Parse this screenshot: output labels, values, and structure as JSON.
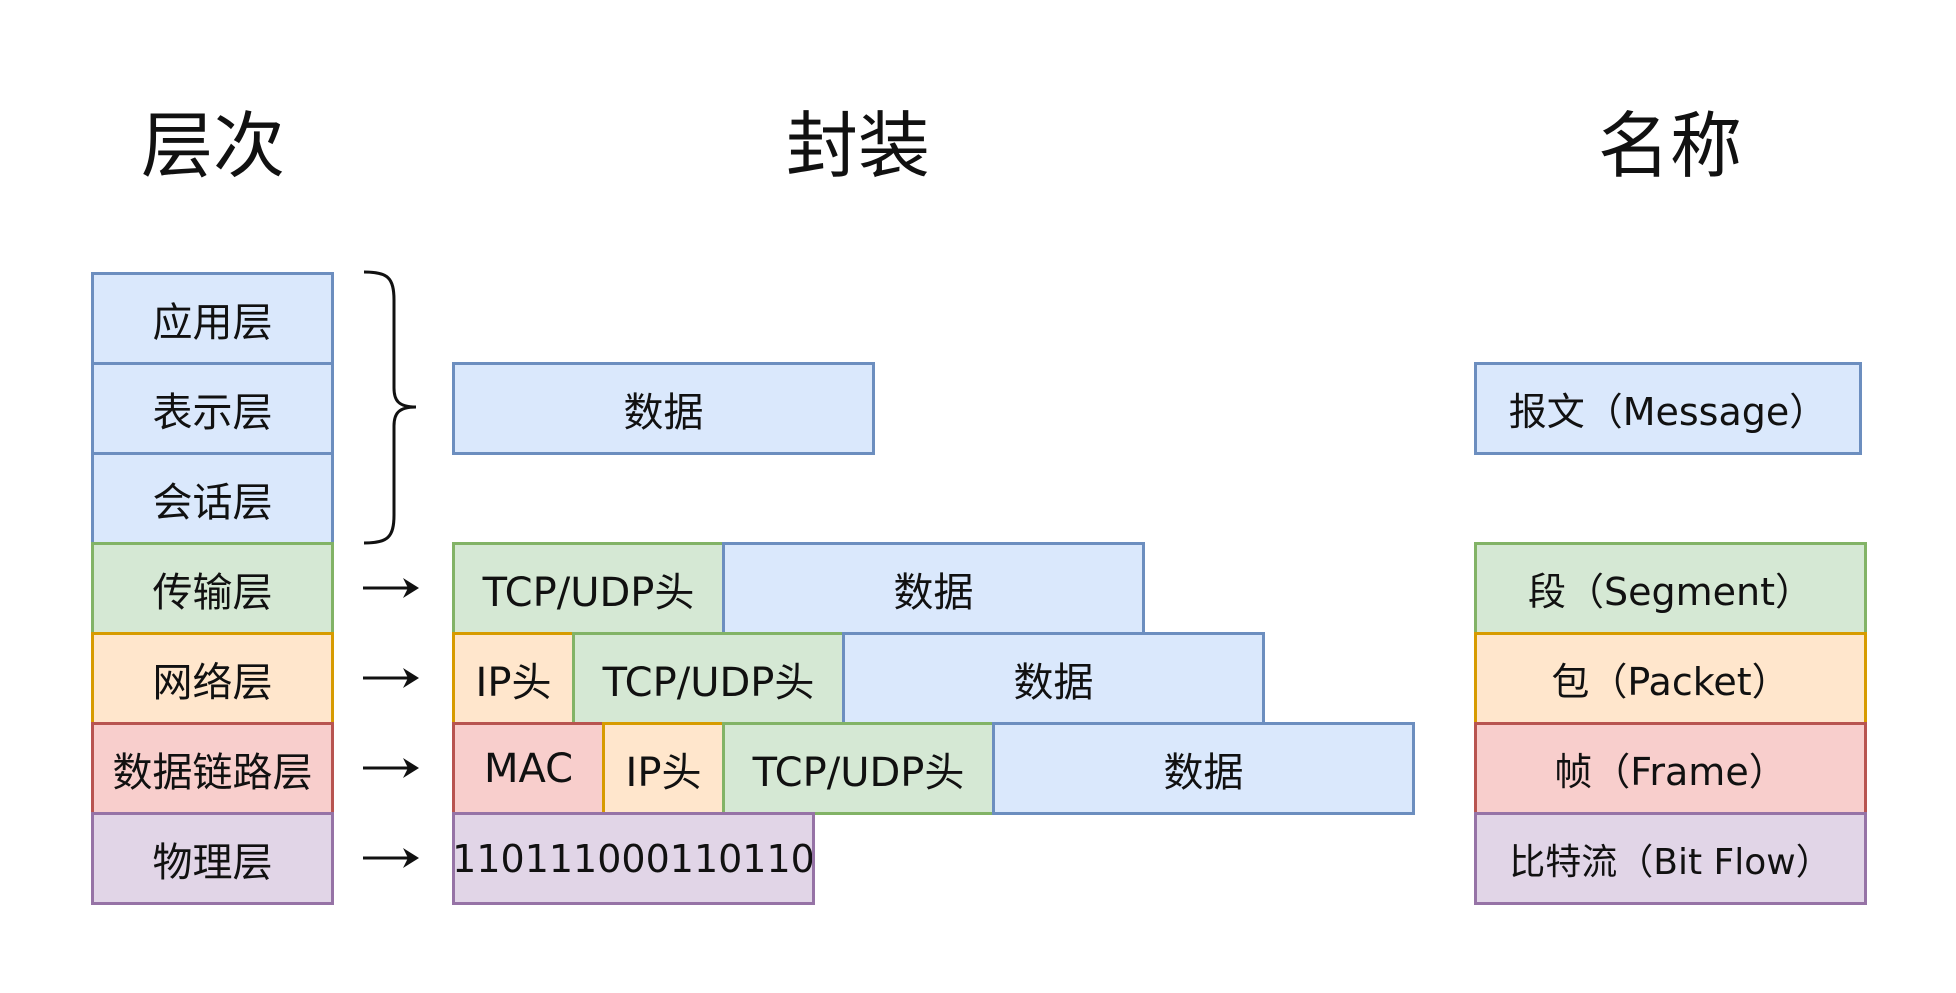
{
  "headings": {
    "layer": "层次",
    "encapsulation": "封装",
    "name": "名称"
  },
  "layers": [
    {
      "label": "应用层",
      "color": "#dae8fc",
      "border": "#6c8ebf"
    },
    {
      "label": "表示层",
      "color": "#dae8fc",
      "border": "#6c8ebf"
    },
    {
      "label": "会话层",
      "color": "#dae8fc",
      "border": "#6c8ebf"
    },
    {
      "label": "传输层",
      "color": "#d5e8d4",
      "border": "#82b366"
    },
    {
      "label": "网络层",
      "color": "#ffe6cc",
      "border": "#d79b00"
    },
    {
      "label": "数据链路层",
      "color": "#f8cecc",
      "border": "#b85450"
    },
    {
      "label": "物理层",
      "color": "#e1d5e7",
      "border": "#9673a6"
    }
  ],
  "encapsulation": {
    "application": [
      "数据"
    ],
    "transport": [
      "TCP/UDP头",
      "数据"
    ],
    "network": [
      "IP头",
      "TCP/UDP头",
      "数据"
    ],
    "datalink": [
      "MAC",
      "IP头",
      "TCP/UDP头",
      "数据"
    ],
    "physical": [
      "110111000110110"
    ]
  },
  "names": {
    "message": "报文（Message）",
    "segment": "段（Segment）",
    "packet": "包（Packet）",
    "frame": "帧（Frame）",
    "bitflow": "比特流（Bit Flow）"
  }
}
